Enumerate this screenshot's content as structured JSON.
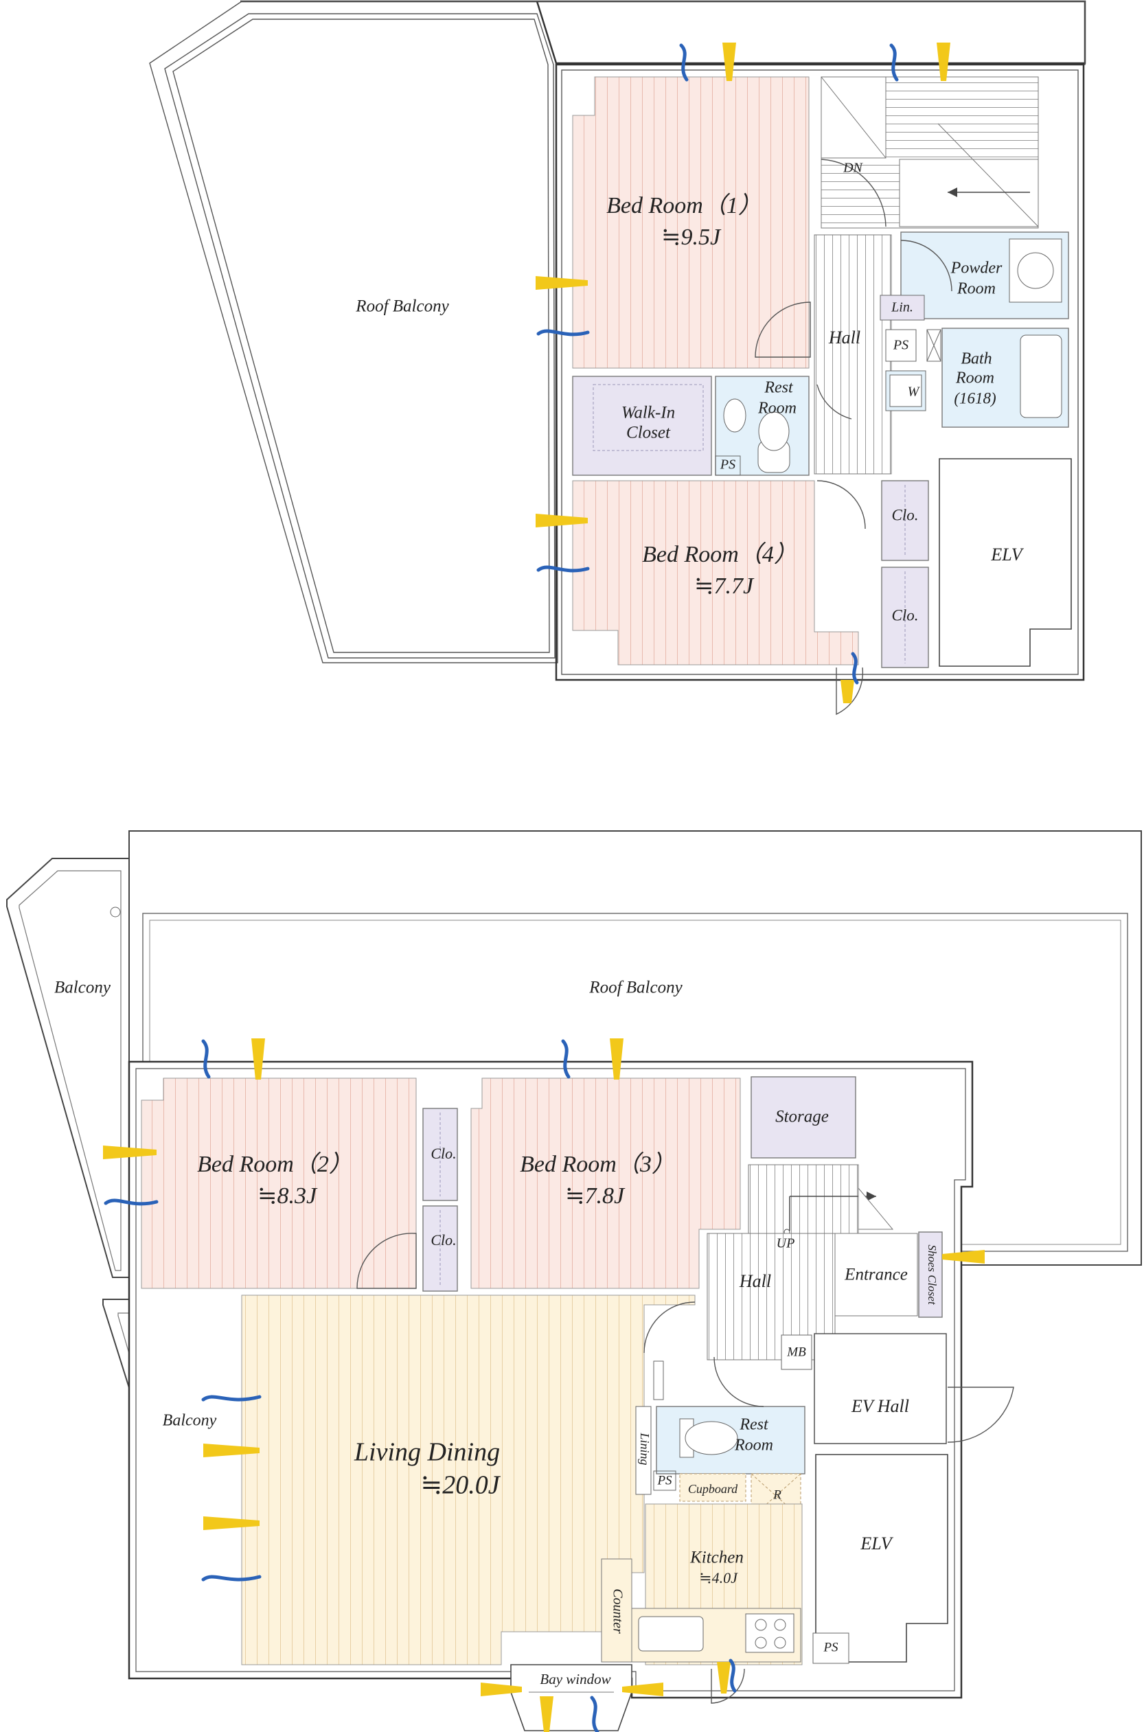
{
  "upper_floor": {
    "roof_balcony": "Roof Balcony",
    "bedroom_1": {
      "name": "Bed Room（1）",
      "size": "≒9.5J"
    },
    "bedroom_4": {
      "name": "Bed Room（4）",
      "size": "≒7.7J"
    },
    "walk_in_closet": {
      "line1": "Walk-In",
      "line2": "Closet"
    },
    "rest_room": {
      "line1": "Rest",
      "line2": "Room"
    },
    "ps_a": "PS",
    "ps_b": "PS",
    "hall": "Hall",
    "dn": "DN",
    "powder_room": {
      "line1": "Powder",
      "line2": "Room"
    },
    "linen": "Lin.",
    "bath_room": {
      "line1": "Bath",
      "line2": "Room",
      "line3": "(1618)"
    },
    "washer": "W",
    "closet_a": "Clo.",
    "closet_b": "Clo.",
    "elv": "ELV"
  },
  "lower_floor": {
    "balcony_top": "Balcony",
    "roof_balcony": "Roof Balcony",
    "bedroom_2": {
      "name": "Bed Room（2）",
      "size": "≒8.3J"
    },
    "bedroom_3": {
      "name": "Bed Room（3）",
      "size": "≒7.8J"
    },
    "closet_a": "Clo.",
    "closet_b": "Clo.",
    "storage": "Storage",
    "up": "UP",
    "hall": "Hall",
    "entrance": "Entrance",
    "shoes_closet": "Shoes Closet",
    "mb": "MB",
    "ev_hall": "EV Hall",
    "balcony_side": "Balcony",
    "living_dining": {
      "name": "Living Dining",
      "size": "≒20.0J"
    },
    "lining": "Lining",
    "rest_room": {
      "line1": "Rest",
      "line2": "Room"
    },
    "ps_a": "PS",
    "cupboard": "Cupboard",
    "refrigerator": "R",
    "kitchen": {
      "name": "Kitchen",
      "size": "≒4.0J"
    },
    "counter": "Counter",
    "elv": "ELV",
    "ps_b": "PS",
    "bay_window": "Bay window"
  },
  "colors": {
    "bedroom_fill": "#fbe9e4",
    "bedroom_line": "#e8b9ad",
    "living_fill": "#fdf3dc",
    "living_line": "#e7cfa4",
    "wet_fill": "#e3f1fa",
    "closet_fill": "#e8e4f2",
    "wall": "#333333",
    "marker_yellow": "#f2c81a",
    "marker_blue": "#2a62b8"
  }
}
